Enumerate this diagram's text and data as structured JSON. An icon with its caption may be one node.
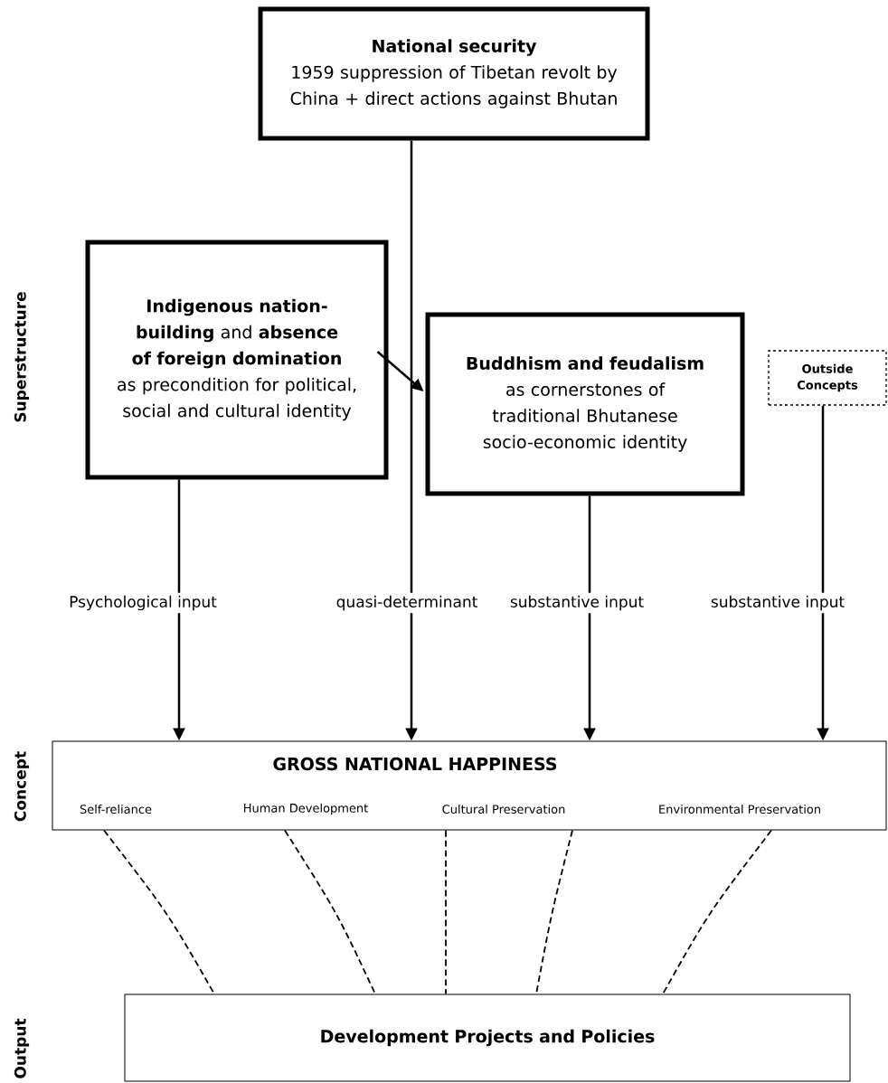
{
  "diagram": {
    "nodes": [
      {
        "text": [
          "National security",
          "1959 suppression of Tibetan revolt by China + direct actions against Bhutan"
        ]
      },
      {
        "text": [
          "**Indigenous nation-building** and **absence of foreign domination**",
          "as precondition for political, social and cultural identity"
        ]
      },
      {
        "text": [
          "Buddhism and feudalism",
          "as cornerstones of traditional Bhutanese socio-economic identity"
        ]
      },
      {
        "text": [
          "Outside Concepts"
        ]
      },
      {
        "text": [
          "GROSS NATIONAL HAPPINESS",
          "Self-reliance",
          "Human Development",
          "Cultural Preservation",
          "Environmental Preservation"
        ]
      },
      {
        "text": [
          "Development Projects and Policies"
        ]
      }
    ],
    "edges": [
      {
        "from": 1,
        "to": 2,
        "arrow": "to"
      },
      {
        "from": 1,
        "to": 4,
        "arrow": "to",
        "label": "Psychological input"
      },
      {
        "from": 0,
        "to": 4,
        "arrow": "to",
        "label": "quasi-determinant"
      },
      {
        "from": 2,
        "to": 4,
        "arrow": "to",
        "label": "substantive input"
      },
      {
        "from": 3,
        "to": 4,
        "arrow": "to",
        "label": "substantive input"
      },
      {
        "from": 4,
        "to": 5,
        "arrow": "none",
        "style": "dashed"
      },
      {
        "from": 4,
        "to": 5,
        "arrow": "none",
        "style": "dashed"
      },
      {
        "from": 4,
        "to": 5,
        "arrow": "none",
        "style": "dashed"
      },
      {
        "from": 4,
        "to": 5,
        "arrow": "none",
        "style": "dashed"
      },
      {
        "from": 4,
        "to": 5,
        "arrow": "none",
        "style": "dashed"
      }
    ],
    "labels": [
      "Superstructure",
      "Concept",
      "Output"
    ]
  }
}
